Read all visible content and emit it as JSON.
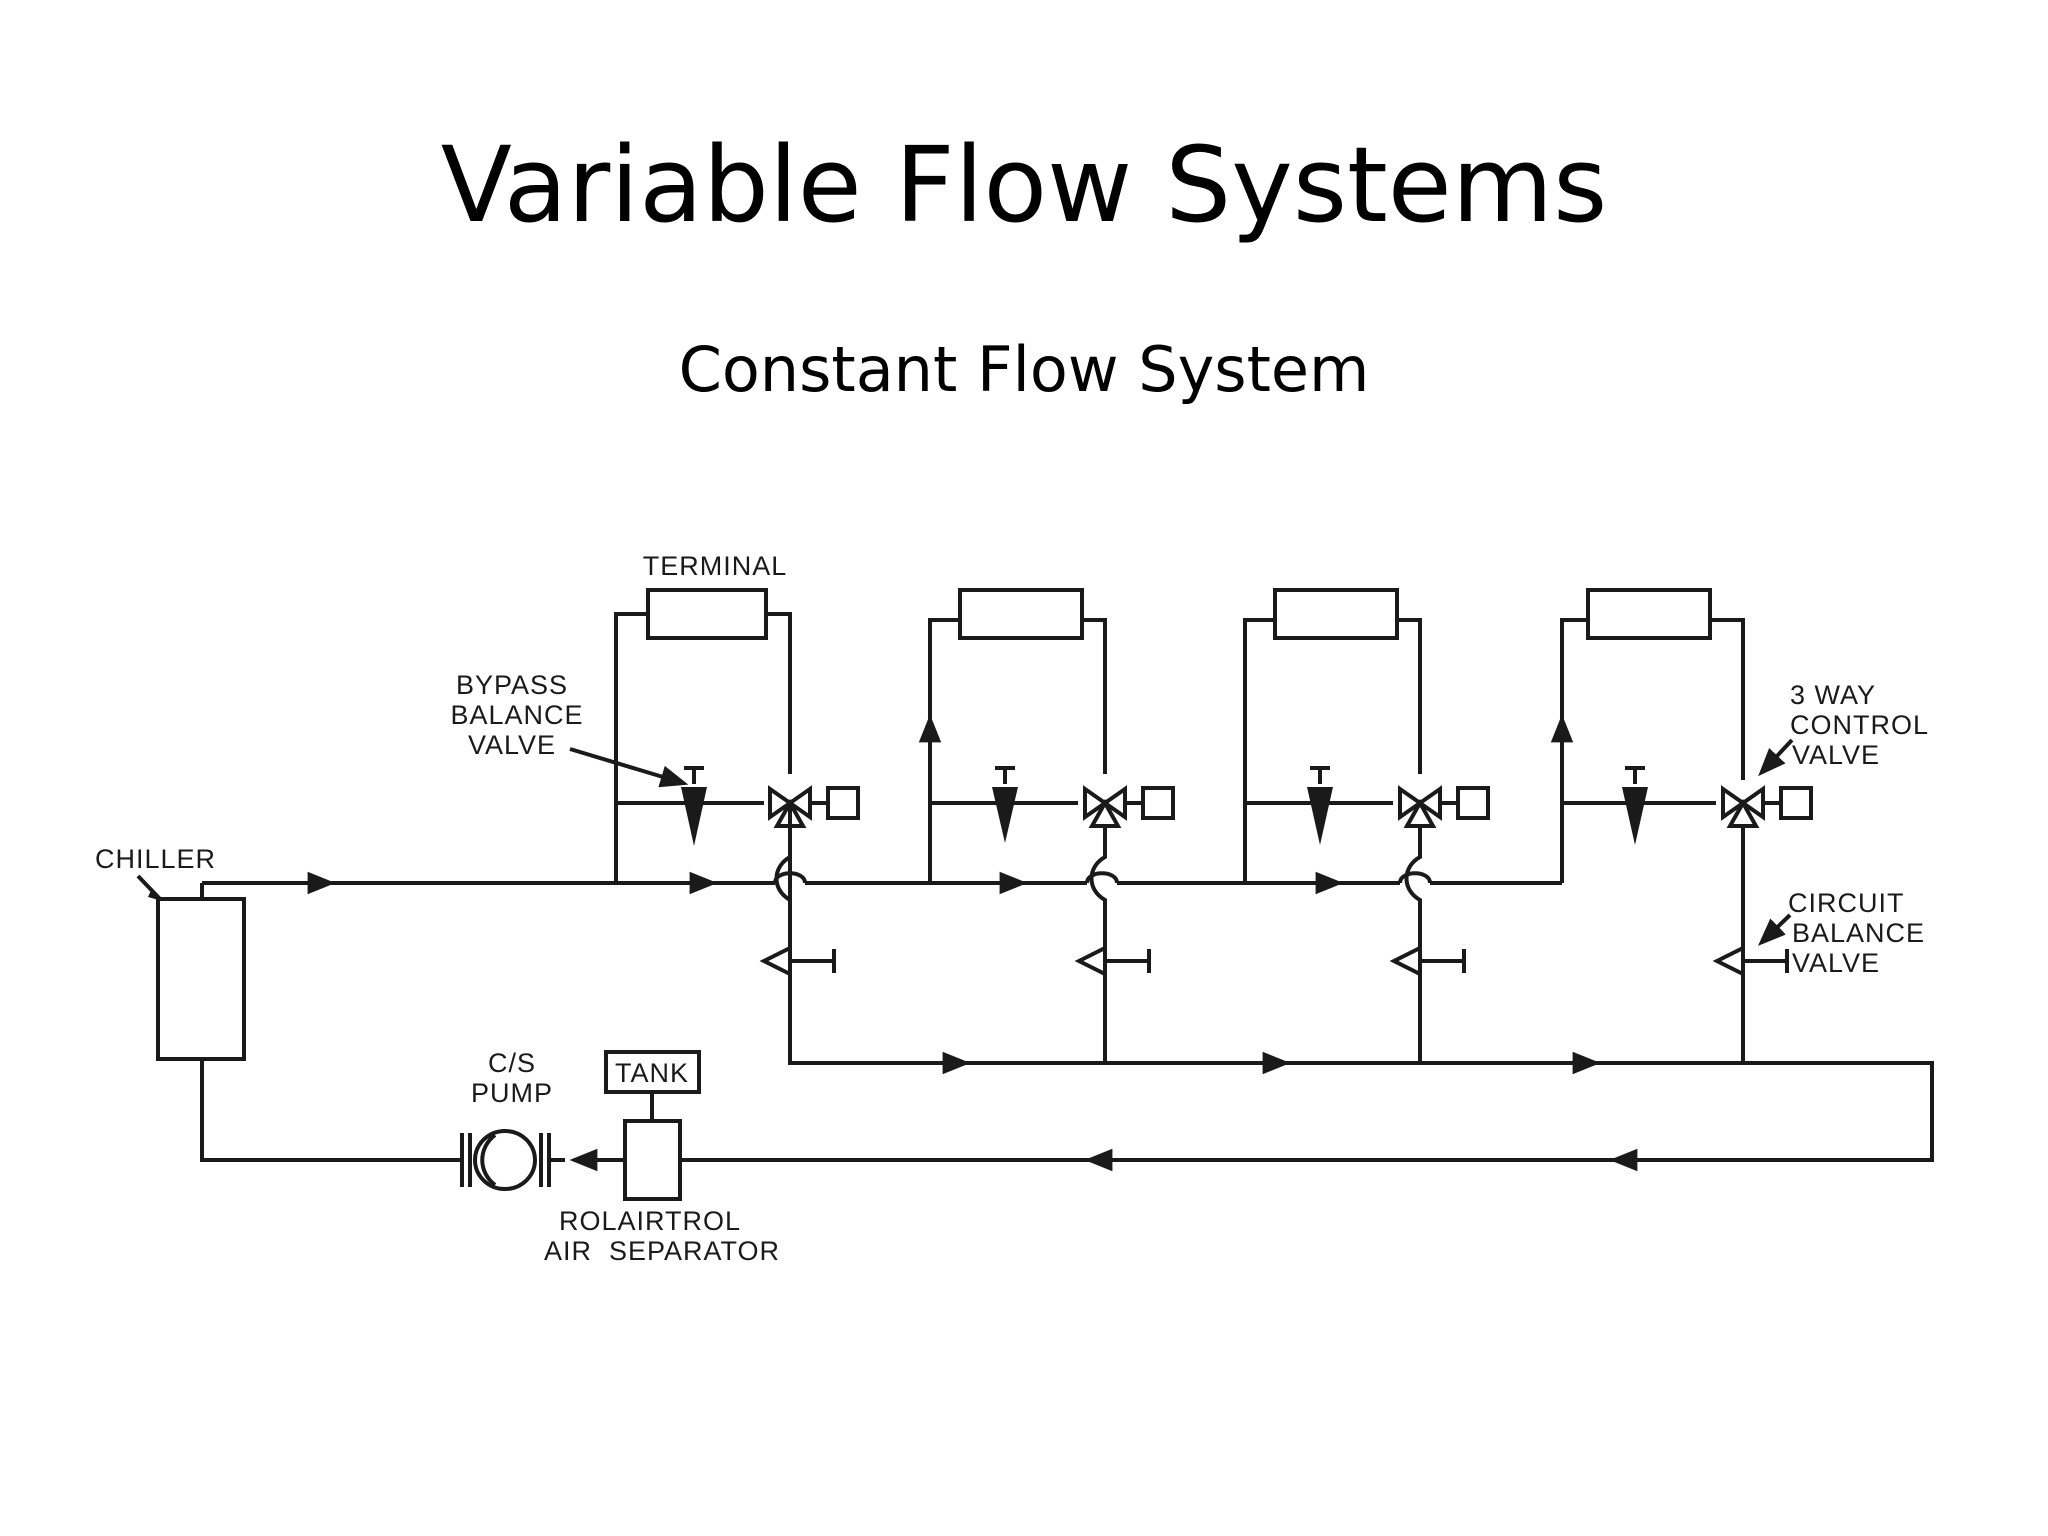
{
  "slide": {
    "title": "Variable Flow Systems",
    "subtitle": "Constant Flow System"
  },
  "diagram": {
    "labels": {
      "terminal": "TERMINAL",
      "bypass_1": "BYPASS",
      "bypass_2": "BALANCE",
      "bypass_3": "VALVE",
      "chiller": "CHILLER",
      "three_way_1": "3 WAY",
      "three_way_2": "CONTROL",
      "three_way_3": "VALVE",
      "circuit_1": "CIRCUIT",
      "circuit_2": "BALANCE",
      "circuit_3": "VALVE",
      "pump_1": "C/S",
      "pump_2": "PUMP",
      "tank": "TANK",
      "separator_1": "ROLAIRTROL",
      "separator_2": "AIR  SEPARATOR"
    }
  }
}
